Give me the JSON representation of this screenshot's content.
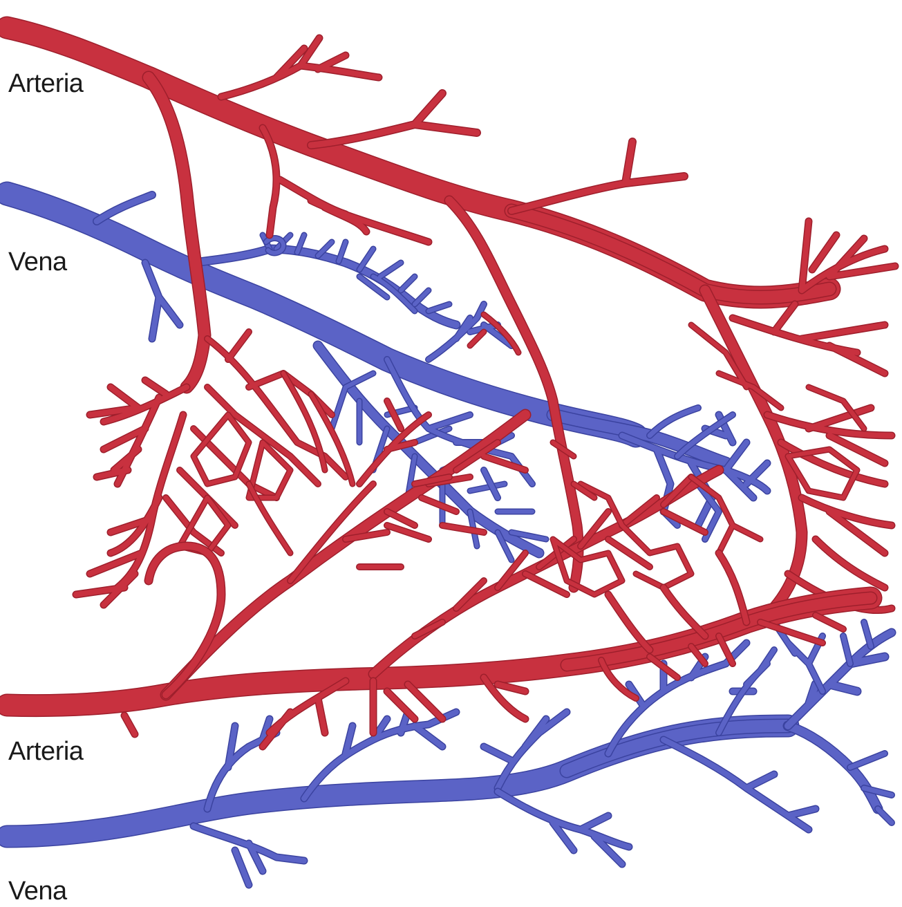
{
  "labels": {
    "artery_top": "Arteria",
    "vein_top": "Vena",
    "artery_bottom": "Arteria",
    "vein_bottom": "Vena"
  },
  "colors": {
    "artery": "#c8313f",
    "artery_edge": "#9e1f2c",
    "vein": "#5b63c6",
    "vein_edge": "#3b43a0",
    "background": "#ffffff"
  }
}
